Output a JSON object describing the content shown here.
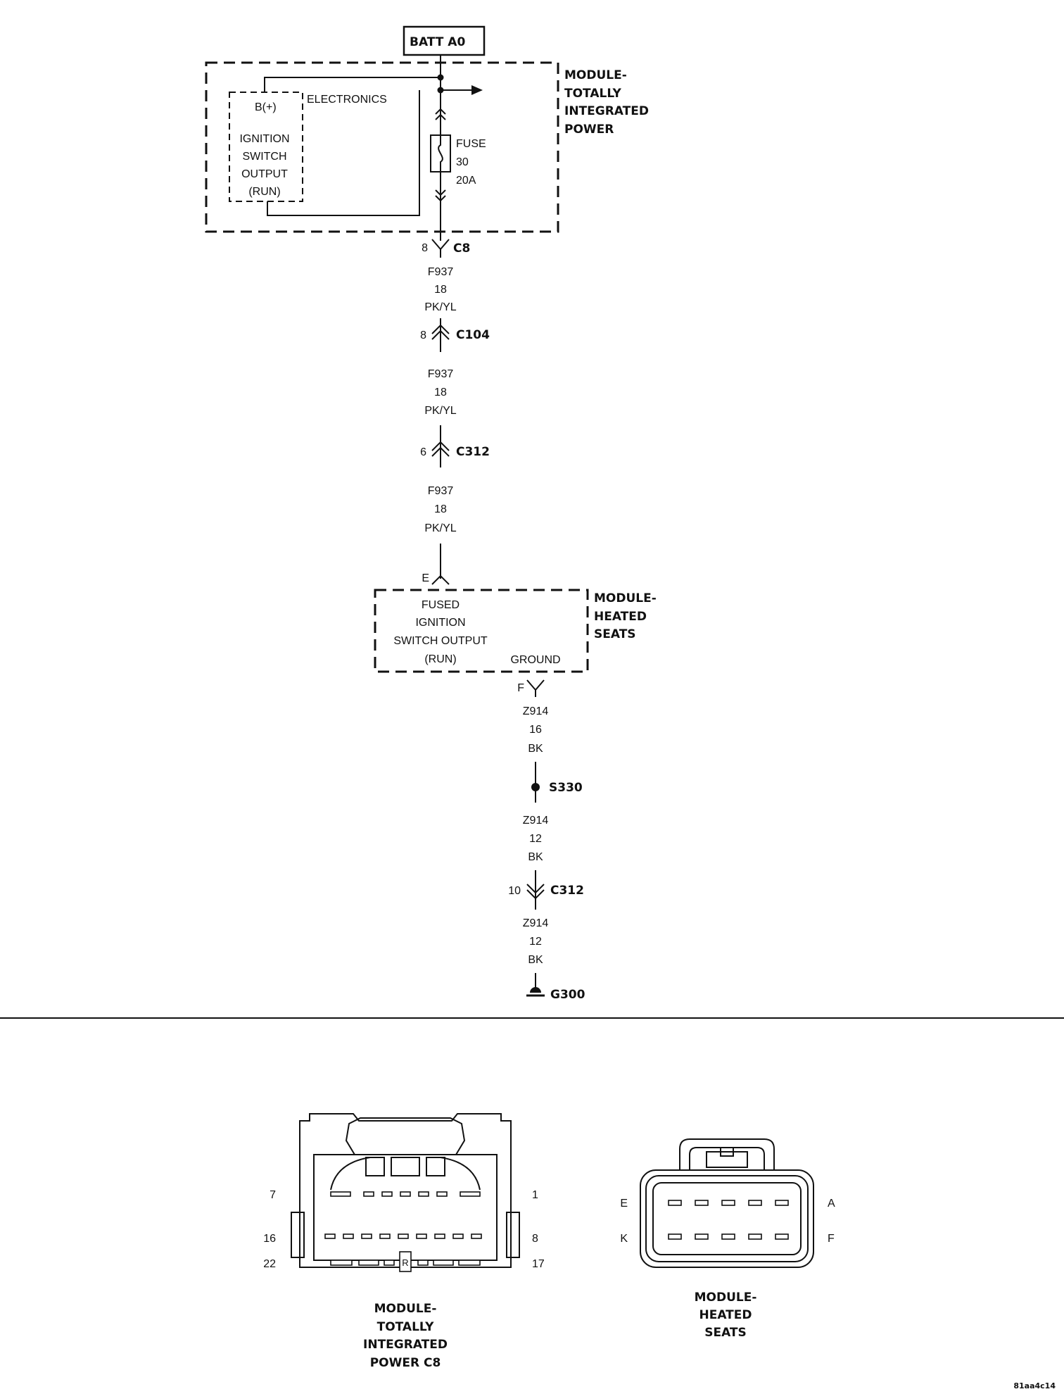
{
  "schematic": {
    "source_label": "BATT A0",
    "tipm": {
      "name_lines": [
        "MODULE-",
        "TOTALLY",
        "INTEGRATED",
        "POWER"
      ],
      "b_plus": "B(+)",
      "electronics": "ELECTRONICS",
      "ign_lines": [
        "IGNITION",
        "SWITCH",
        "OUTPUT",
        "(RUN)"
      ],
      "fuse_lines": [
        "FUSE",
        "30",
        "20A"
      ]
    },
    "connectors": {
      "c8": {
        "pin": "8",
        "name": "C8"
      },
      "c104": {
        "pin": "8",
        "name": "C104"
      },
      "c312_a": {
        "pin": "6",
        "name": "C312"
      },
      "heated_e": {
        "pin": "E"
      },
      "heated_f": {
        "pin": "F"
      },
      "c312_b": {
        "pin": "10",
        "name": "C312"
      }
    },
    "wire_f937": {
      "circuit": "F937",
      "gauge": "18",
      "color": "PK/YL"
    },
    "wire_z914_a": {
      "circuit": "Z914",
      "gauge": "16",
      "color": "BK"
    },
    "wire_z914_b": {
      "circuit": "Z914",
      "gauge": "12",
      "color": "BK"
    },
    "splice": "S330",
    "ground": "G300",
    "heated_seats": {
      "name_lines": [
        "MODULE-",
        "HEATED",
        "SEATS"
      ],
      "input_lines": [
        "FUSED",
        "IGNITION",
        "SWITCH OUTPUT",
        "(RUN)"
      ],
      "ground_label": "GROUND"
    }
  },
  "connector_views": {
    "tipm_c8": {
      "title_lines": [
        "MODULE-",
        "TOTALLY",
        "INTEGRATED",
        "POWER C8"
      ],
      "pins": {
        "top_left": "7",
        "top_right": "1",
        "mid_left": "16",
        "mid_right": "8",
        "bottom_left": "22",
        "bottom_right": "17"
      },
      "key_mark": "R"
    },
    "heated_seats": {
      "title_lines": [
        "MODULE-",
        "HEATED",
        "SEATS"
      ],
      "pins": {
        "top_left": "E",
        "top_right": "A",
        "bottom_left": "K",
        "bottom_right": "F"
      }
    }
  },
  "figure_id": "81aa4c14"
}
